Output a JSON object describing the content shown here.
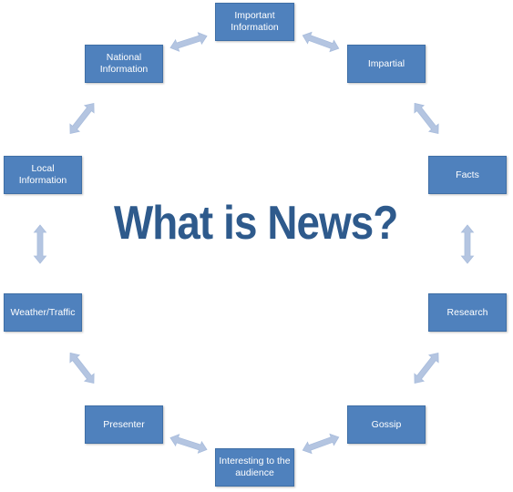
{
  "title": "What is News?",
  "colors": {
    "node_fill": "#4f81bd",
    "node_border": "#3f6fa6",
    "node_text": "#ffffff",
    "arrow": "#b4c5e1",
    "title": "#2e5a8c"
  },
  "nodes": {
    "important_information": "Important Information",
    "impartial": "Impartial",
    "facts": "Facts",
    "research": "Research",
    "gossip": "Gossip",
    "interesting_to_audience": "Interesting to the audience",
    "presenter": "Presenter",
    "weather_traffic": "Weather/Traffic",
    "local_information": "Local Information",
    "national_information": "National Information"
  }
}
